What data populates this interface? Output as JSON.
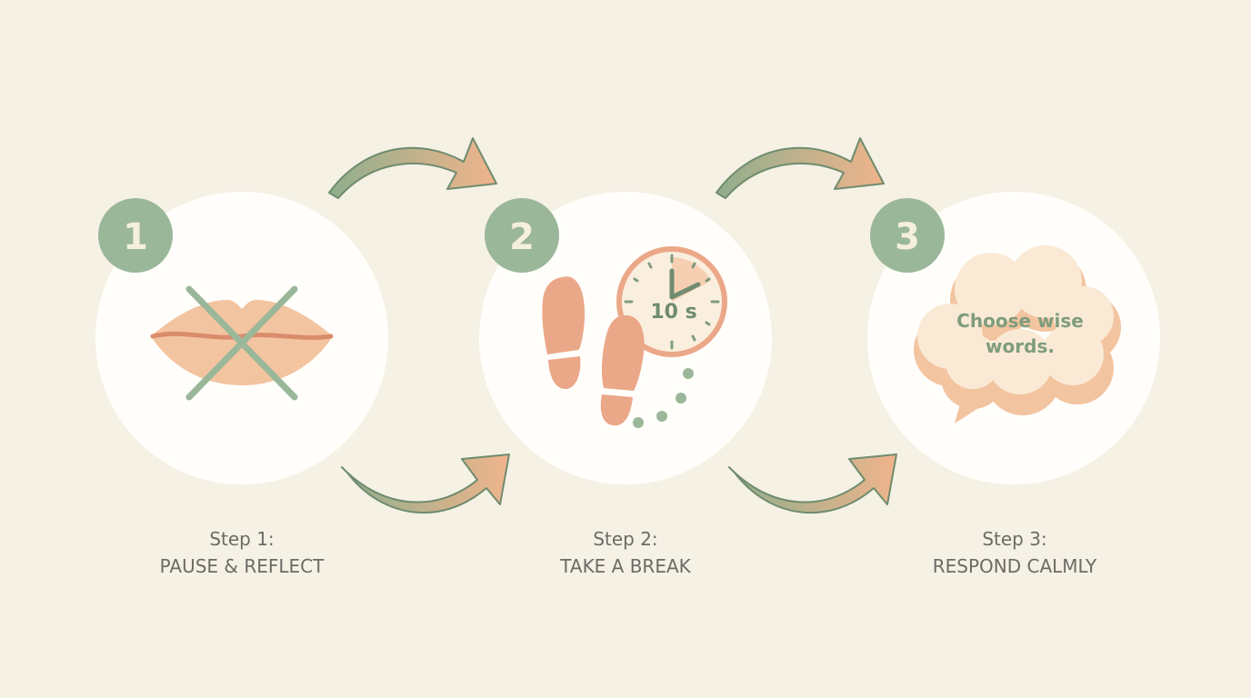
{
  "colors": {
    "background": "#f6f1e5",
    "sage": "#9bb79a",
    "peach": "#efaa85",
    "lips": "#f3c4a0",
    "text": "#6d6a66"
  },
  "steps": [
    {
      "number": "1",
      "step_label": "Step 1:",
      "title": "PAUSE & REFLECT",
      "icon": "crossed-lips-icon"
    },
    {
      "number": "2",
      "step_label": "Step 2:",
      "title": "TAKE A BREAK",
      "icon": "footprints-clock-icon",
      "clock_text": "10 s"
    },
    {
      "number": "3",
      "step_label": "Step 3:",
      "title": "RESPOND CALMLY",
      "icon": "speech-cloud-icon",
      "cloud_text_line1": "Choose wise",
      "cloud_text_line2": "words."
    }
  ]
}
